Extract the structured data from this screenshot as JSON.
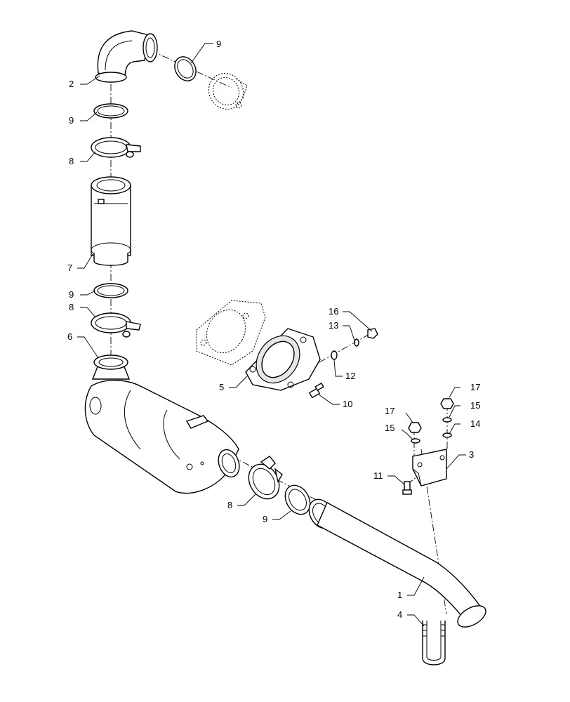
{
  "callouts": [
    {
      "key": "c9a",
      "label": "9"
    },
    {
      "key": "c2",
      "label": "2"
    },
    {
      "key": "c9b",
      "label": "9"
    },
    {
      "key": "c8a",
      "label": "8"
    },
    {
      "key": "c7",
      "label": "7"
    },
    {
      "key": "c9c",
      "label": "9"
    },
    {
      "key": "c8b",
      "label": "8"
    },
    {
      "key": "c6",
      "label": "6"
    },
    {
      "key": "c16",
      "label": "16"
    },
    {
      "key": "c13",
      "label": "13"
    },
    {
      "key": "c12",
      "label": "12"
    },
    {
      "key": "c5",
      "label": "5"
    },
    {
      "key": "c10",
      "label": "10"
    },
    {
      "key": "c17a",
      "label": "17"
    },
    {
      "key": "c15a",
      "label": "15"
    },
    {
      "key": "c14",
      "label": "14"
    },
    {
      "key": "c17b",
      "label": "17"
    },
    {
      "key": "c15b",
      "label": "15"
    },
    {
      "key": "c3",
      "label": "3"
    },
    {
      "key": "c11",
      "label": "11"
    },
    {
      "key": "c8c",
      "label": "8"
    },
    {
      "key": "c9d",
      "label": "9"
    },
    {
      "key": "c1",
      "label": "1"
    },
    {
      "key": "c4",
      "label": "4"
    }
  ]
}
